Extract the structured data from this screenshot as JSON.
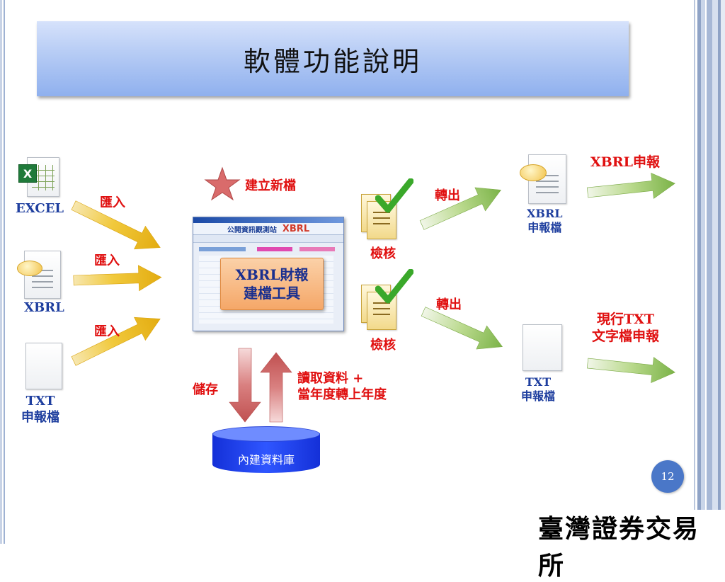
{
  "title": "軟體功能說明",
  "sources": {
    "excel_label": "EXCEL",
    "xbrl_label": "XBRL",
    "txt_label_line1": "TXT",
    "txt_label_line2": "申報檔"
  },
  "import_labels": [
    "匯入",
    "匯入",
    "匯入"
  ],
  "new_file_label": "建立新檔",
  "tool": {
    "line1": "XBRL財報",
    "line2": "建檔工具",
    "window_title": "公開資訊觀測站"
  },
  "save_label": "儲存",
  "read_label_line1": "讀取資料 +",
  "read_label_line2": "當年度轉上年度",
  "database_label": "內建資料庫",
  "check_labels": [
    "檢核",
    "檢核"
  ],
  "export_labels": [
    "轉出",
    "轉出"
  ],
  "outputs": {
    "xbrl_file_line1": "XBRL",
    "xbrl_file_line2": "申報檔",
    "txt_file_line1": "TXT",
    "txt_file_line2": "申報檔"
  },
  "final": {
    "xbrl_report": "XBRL申報",
    "txt_report_line1": "現行TXT",
    "txt_report_line2": "文字檔申報"
  },
  "page_number": "12",
  "org_logo_text": "臺灣證券交易所",
  "colors": {
    "import_arrow": "#e9b818",
    "export_arrow": "#8fbf5a",
    "storage_arrow": "#c86060",
    "label_red": "#e01010",
    "label_blue": "#1f3f9f",
    "database": "#2f56ff"
  }
}
